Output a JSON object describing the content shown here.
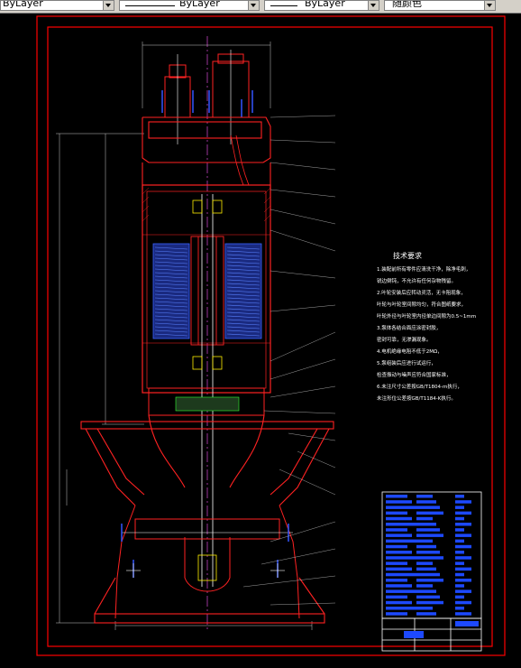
{
  "toolbar": {
    "linetype_value": "ByLayer",
    "lineweight_value": "ByLayer",
    "plotstyle_value": "ByLayer",
    "color_value": "随颜色"
  },
  "drawing": {
    "notes_title": "技术要求",
    "notes_lines": [
      "1.装配前所有零件应清洗干净，除净毛刺，",
      "  锐边倒钝，不允许有任何杂物残留。",
      "2.叶轮安装后应转动灵活，无卡阻现象，",
      "  叶轮与叶轮室间隙均匀，符合图纸要求，",
      "  叶轮外径与叶轮室内径单边间隙为0.5~1mm",
      "3.泵体各结合面应涂密封胶，",
      "  密封可靠，无渗漏现象。",
      "4.电机绝缘电阻不低于2MΩ，",
      "5.泵组装后应进行试运行，",
      "  检查振动与噪声应符合国家标准，",
      "6.未注尺寸公差按GB/T1804-m执行，",
      "  未注形位公差按GB/T1184-K执行。"
    ],
    "colors": {
      "border": "#ff0000",
      "outline": "#ffffff",
      "part": "#ff2222",
      "winding": "#3a62ff",
      "bolt": "#3355ff",
      "dimension": "#c8c8c8",
      "bom_fill": "#1d49ff",
      "bearing": "#ffee00",
      "center": "#ff55ff"
    }
  }
}
